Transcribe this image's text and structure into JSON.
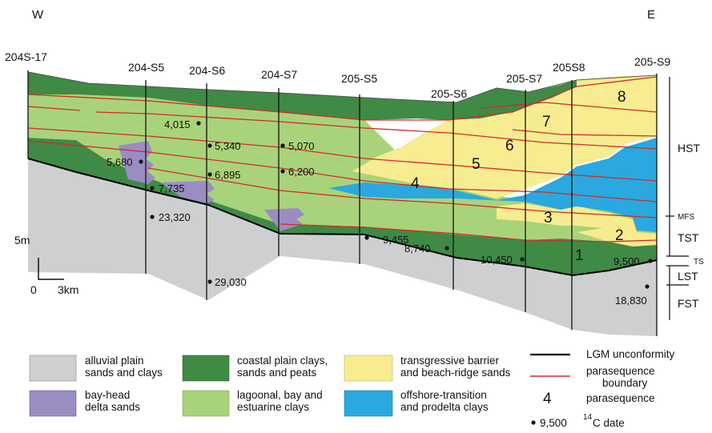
{
  "directions": {
    "west": "W",
    "east": "E"
  },
  "wells": [
    "204S-17",
    "204-S5",
    "204-S6",
    "204-S7",
    "205-S5",
    "205-S6",
    "205-S7",
    "205S8",
    "205-S9"
  ],
  "dates": [
    "4,015",
    "5,340",
    "5,070",
    "5,680",
    "6,895",
    "6,200",
    "7,735",
    "23,320",
    "9,455",
    "8,740",
    "10,450",
    "9,500",
    "29,030",
    "18,830"
  ],
  "parasequences": [
    "1",
    "2",
    "3",
    "4",
    "5",
    "6",
    "7",
    "8"
  ],
  "systems_tracts": {
    "hst": "HST",
    "mfs": "MFS",
    "tst": "TST",
    "ts": "TS",
    "lst": "LST",
    "fst": "FST"
  },
  "scale": {
    "vertical": "5m",
    "zero": "0",
    "horizontal": "3km"
  },
  "legend": {
    "alluvial": [
      "alluvial plain",
      "sands and clays"
    ],
    "coastal": [
      "coastal plain clays,",
      "sands and peats"
    ],
    "barrier": [
      "transgressive barrier",
      "and beach-ridge sands"
    ],
    "bayhead": [
      "bay-head",
      "delta sands"
    ],
    "lagoonal": [
      "lagoonal, bay and",
      "estuarine clays"
    ],
    "offshore": [
      "offshore-transition",
      "and prodelta clays"
    ],
    "lgm": "LGM unconformity",
    "boundary": [
      "parasequence",
      "boundary"
    ],
    "ps_num": "4",
    "ps_label": "parasequence",
    "date_value": "9,500",
    "date_sup": "14",
    "date_label": "C date"
  },
  "colors": {
    "alluvial": "#cdcfd1",
    "coastal": "#3f8a45",
    "lagoonal": "#a9d37a",
    "barrier": "#f7ec8f",
    "bayhead": "#9a8dc2",
    "offshore": "#29a9df",
    "boundary": "#d12b2b",
    "lgm": "#000000"
  }
}
